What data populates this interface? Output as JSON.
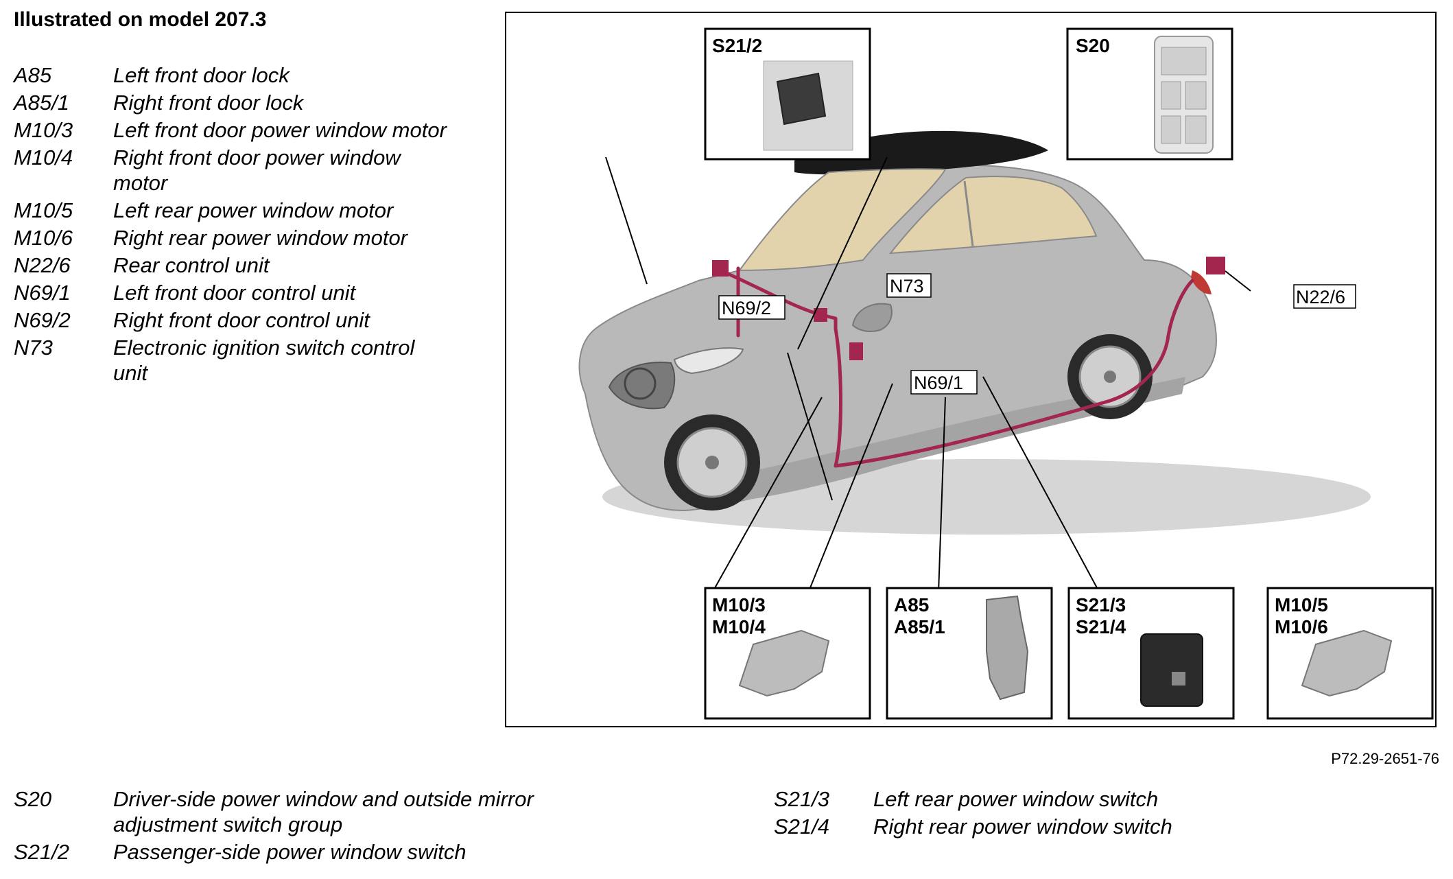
{
  "title": "Illustrated on model 207.3",
  "legend_top": [
    {
      "code": "A85",
      "desc": "Left front door lock"
    },
    {
      "code": "A85/1",
      "desc": "Right front door lock"
    },
    {
      "code": "M10/3",
      "desc": "Left front door power window motor"
    },
    {
      "code": "M10/4",
      "desc": "Right front door power window motor"
    },
    {
      "code": "M10/5",
      "desc": "Left rear power window motor"
    },
    {
      "code": "M10/6",
      "desc": "Right rear power window motor"
    },
    {
      "code": "N22/6",
      "desc": "Rear control unit"
    },
    {
      "code": "N69/1",
      "desc": "Left front door control unit"
    },
    {
      "code": "N69/2",
      "desc": "Right front door control unit"
    },
    {
      "code": "N73",
      "desc": "Electronic ignition switch control unit"
    }
  ],
  "legend_bottom_left": [
    {
      "code": "S20",
      "desc": "Driver-side power window and outside mirror adjustment switch group"
    },
    {
      "code": "S21/2",
      "desc": "Passenger-side power window switch"
    }
  ],
  "legend_bottom_right": [
    {
      "code": "S21/3",
      "desc": "Left rear power window switch"
    },
    {
      "code": "S21/4",
      "desc": "Right rear power window switch"
    }
  ],
  "reference_code": "P72.29-2651-76",
  "diagram": {
    "inset_s21_2": "S21/2",
    "inset_s20": "S20",
    "inset_m10_3": "M10/3",
    "inset_m10_4": "M10/4",
    "inset_a85": "A85",
    "inset_a85_1": "A85/1",
    "inset_s21_3": "S21/3",
    "inset_s21_4": "S21/4",
    "inset_m10_5": "M10/5",
    "inset_m10_6": "M10/6",
    "callout_n69_2": "N69/2",
    "callout_n73": "N73",
    "callout_n22_6": "N22/6",
    "callout_n69_1": "N69/1",
    "wiring_color": "#a3264f",
    "car_body_color": "#b9b9b9",
    "roof_color": "#1a1a1a",
    "interior_color": "#e3d3ad"
  }
}
